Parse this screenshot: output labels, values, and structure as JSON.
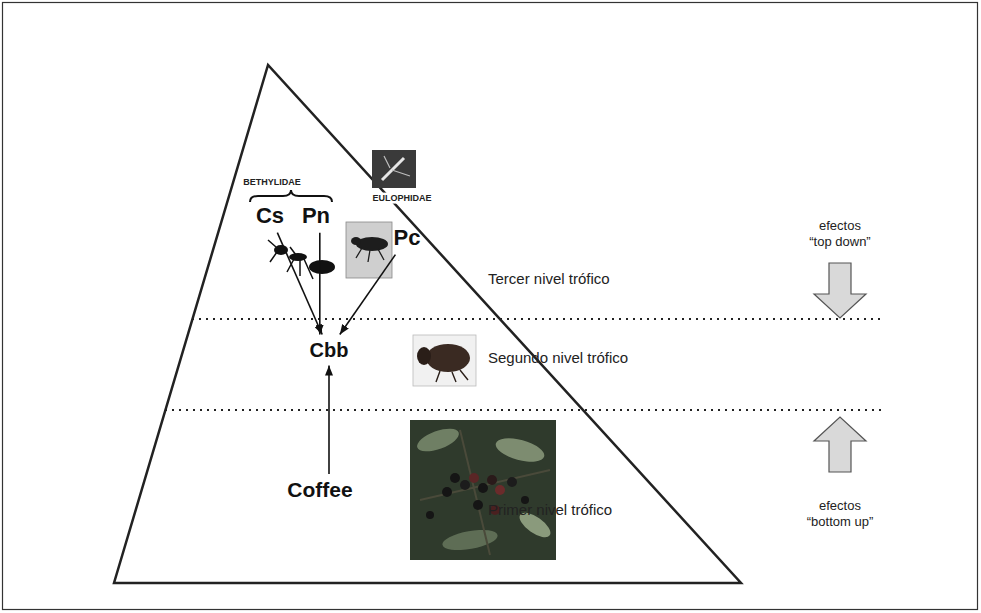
{
  "diagram": {
    "nodes": [
      {
        "text": [
          "Cs"
        ]
      },
      {
        "text": [
          "Pn"
        ]
      },
      {
        "text": [
          "Pc"
        ]
      },
      {
        "text": [
          "Cbb"
        ]
      },
      {
        "text": [
          "Coffee"
        ]
      }
    ],
    "edges": [
      {
        "from": 0,
        "to": 3,
        "arrow": "to"
      },
      {
        "from": 1,
        "to": 3,
        "arrow": "to"
      },
      {
        "from": 2,
        "to": 3,
        "arrow": "to"
      },
      {
        "from": 4,
        "to": 3,
        "arrow": "to"
      }
    ],
    "labels": [
      "BETHYLIDAE",
      "EULOPHIDAE",
      "Tercer nivel trófico",
      "Segundo nivel trófico",
      "Primer nivel trófico",
      "efectos “top down”",
      "efectos “bottom up”"
    ]
  }
}
